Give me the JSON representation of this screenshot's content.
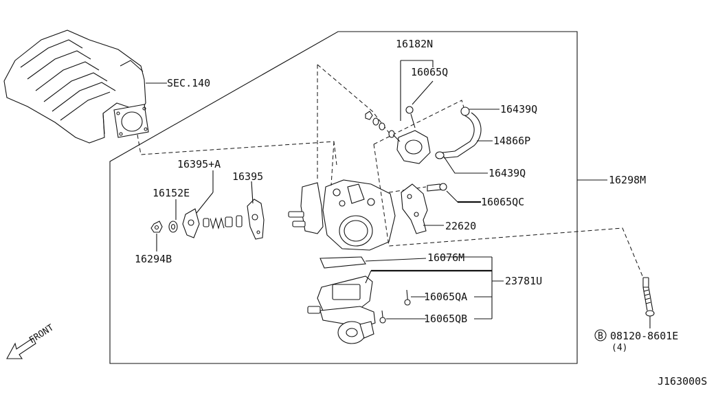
{
  "diagram": {
    "labels": {
      "sec140": "SEC.140",
      "p16182N": "16182N",
      "p16065Q": "16065Q",
      "p16439Q_top": "16439Q",
      "p14866P": "14866P",
      "p16439Q_bottom": "16439Q",
      "p16298M": "16298M",
      "p16065QC": "16065QC",
      "p22620": "22620",
      "p16395A": "16395+A",
      "p16395": "16395",
      "p16152E": "16152E",
      "p16294B": "16294B",
      "p16076M": "16076M",
      "p23781U": "23781U",
      "p16065QA": "16065QA",
      "p16065QB": "16065QB",
      "bolt_code": "08120-8601E",
      "bolt_prefix": "B",
      "bolt_qty": "(4)",
      "front": "FRONT",
      "diagram_id": "J163000S"
    }
  }
}
